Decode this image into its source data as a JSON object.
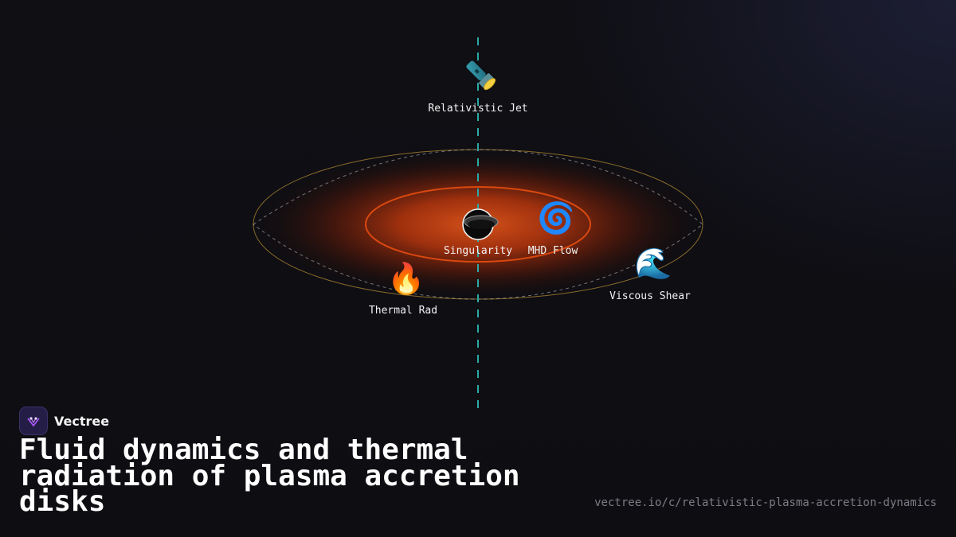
{
  "brand": {
    "name": "Vectree"
  },
  "title": "Fluid dynamics and thermal radiation of plasma accretion disks",
  "url": "vectree.io/c/relativistic-plasma-accretion-dynamics",
  "nodes": {
    "jet": {
      "label": "Relativistic Jet",
      "icon": "flashlight-icon"
    },
    "singularity": {
      "label": "Singularity",
      "icon": "black-hole-icon"
    },
    "mhd": {
      "label": "MHD Flow",
      "icon": "cyclone-icon",
      "glyph": "🌀"
    },
    "thermal": {
      "label": "Thermal Rad",
      "icon": "fire-icon",
      "glyph": "🔥"
    },
    "shear": {
      "label": "Viscous Shear",
      "icon": "wave-icon",
      "glyph": "🌊"
    }
  },
  "colors": {
    "background": "#0f0f14",
    "jet_axis": "#2aa9a4",
    "disk_hot": "#c2410c",
    "disk_ring": "#d9480f",
    "disk_outline": "#8a6a2a",
    "brand_accent": "#a855f7"
  }
}
